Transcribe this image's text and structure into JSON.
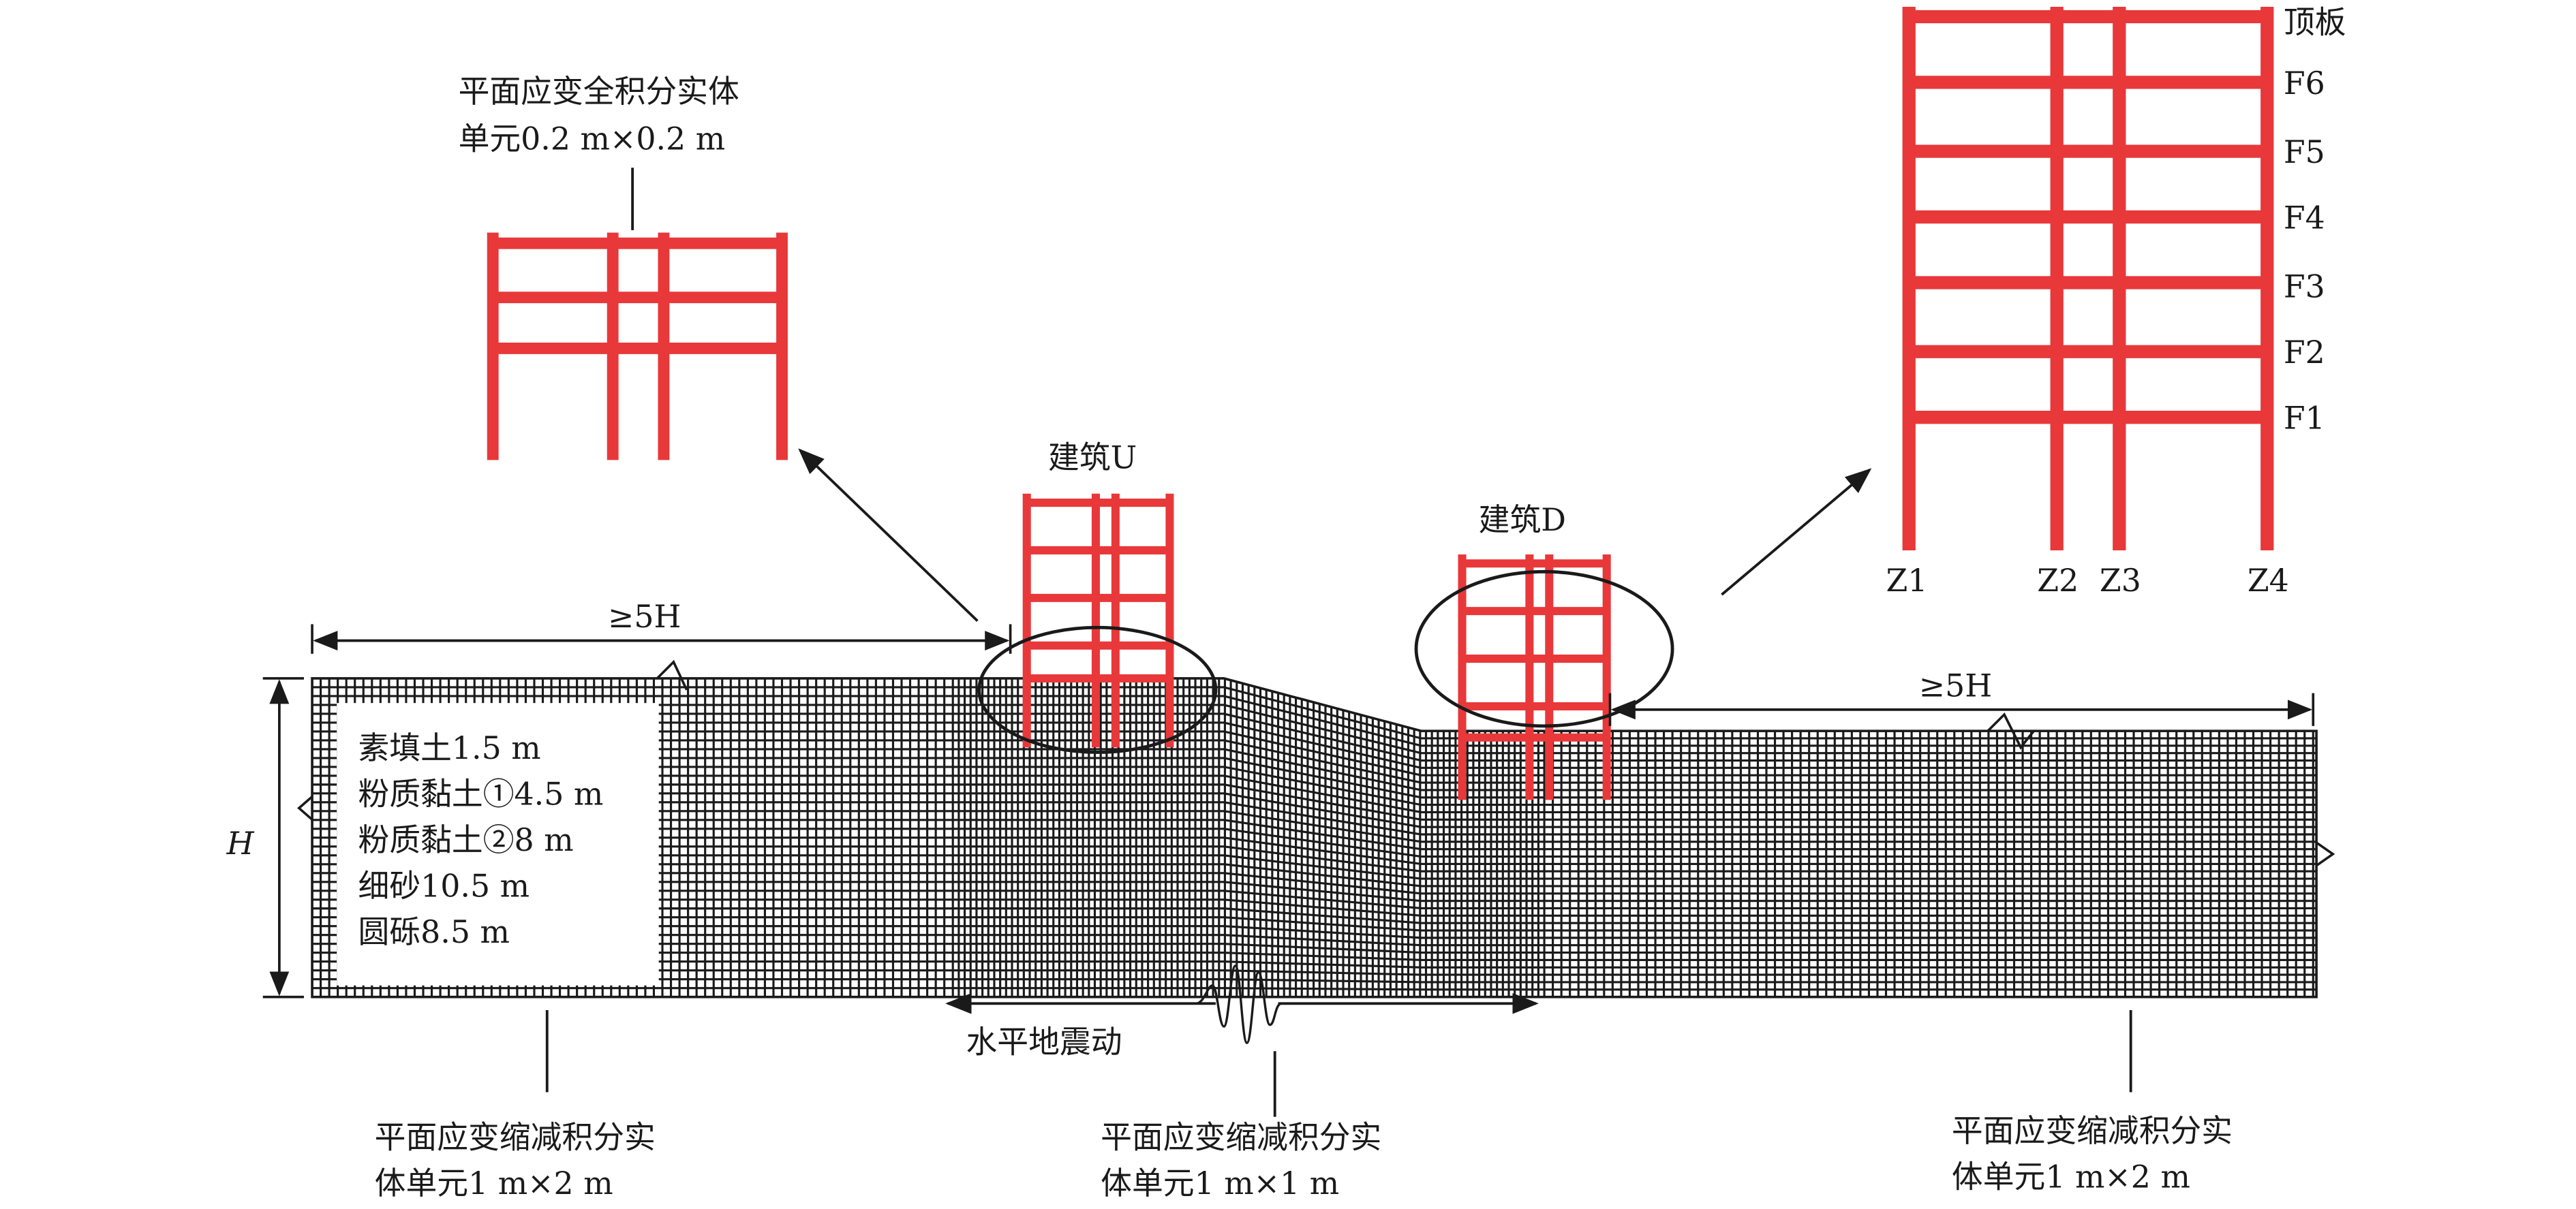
{
  "colors": {
    "frame": "#e8383a",
    "mesh": "#1a1a1a"
  },
  "top_left": {
    "line1": "平面应变全积分实体",
    "line2": "单元0.2 m×0.2 m"
  },
  "building_u": "建筑U",
  "building_d": "建筑D",
  "dims": {
    "left": "≥5H",
    "right": "≥5H",
    "height": "H"
  },
  "soil_layers": [
    "素填土1.5 m",
    "粉质黏土①4.5 m",
    "粉质黏土②8 m",
    "细砂10.5 m",
    "圆砾8.5 m"
  ],
  "ground_motion": "水平地震动",
  "bottom_left": {
    "line1": "平面应变缩减积分实",
    "line2": "体单元1 m×2 m"
  },
  "bottom_mid": {
    "line1": "平面应变缩减积分实",
    "line2": "体单元1 m×1 m"
  },
  "bottom_right": {
    "line1": "平面应变缩减积分实",
    "line2": "体单元1 m×2 m"
  },
  "floors": [
    "顶板",
    "F6",
    "F5",
    "F4",
    "F3",
    "F2",
    "F1"
  ],
  "columns": [
    "Z1",
    "Z2",
    "Z3",
    "Z4"
  ]
}
